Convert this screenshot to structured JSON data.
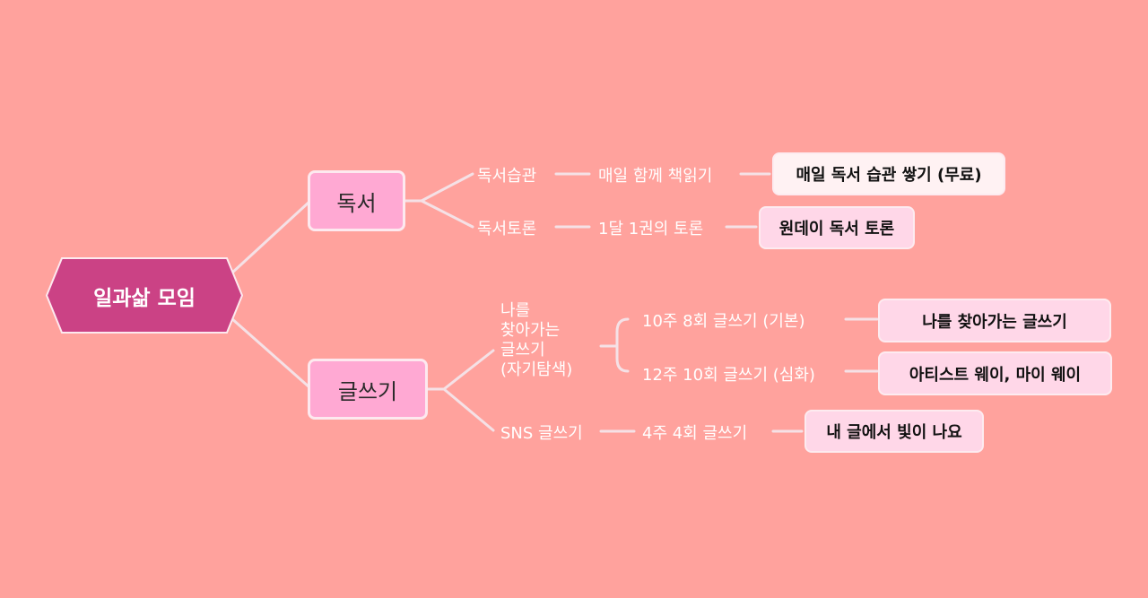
{
  "root": {
    "label": "일과삶 모임"
  },
  "branches": [
    {
      "label": "독서",
      "items": [
        {
          "label": "독서습관",
          "detail": "매일 함께 책읽기",
          "program": "매일 독서 습관 쌓기 (무료)"
        },
        {
          "label": "독서토론",
          "detail": "1달 1권의 토론",
          "program": "원데이 독서 토론"
        }
      ]
    },
    {
      "label": "글쓰기",
      "items": [
        {
          "label_lines": [
            "나를",
            "찾아가는",
            "글쓰기",
            "(자기탐색)"
          ],
          "details": [
            {
              "detail": "10주 8회 글쓰기 (기본)",
              "program": "나를 찾아가는 글쓰기"
            },
            {
              "detail": "12주 10회 글쓰기 (심화)",
              "program": "아티스트 웨이, 마이 웨이"
            }
          ]
        },
        {
          "label": "SNS 글쓰기",
          "detail": "4주 4회 글쓰기",
          "program": "내 글에서 빛이 나요"
        }
      ]
    }
  ],
  "colors": {
    "background": "#ffa29d",
    "root_fill": "#cb4285",
    "branch_fill": "#ffa9d3",
    "leaf_fill": "#ffd7e8",
    "line": "#f5e1e6"
  }
}
